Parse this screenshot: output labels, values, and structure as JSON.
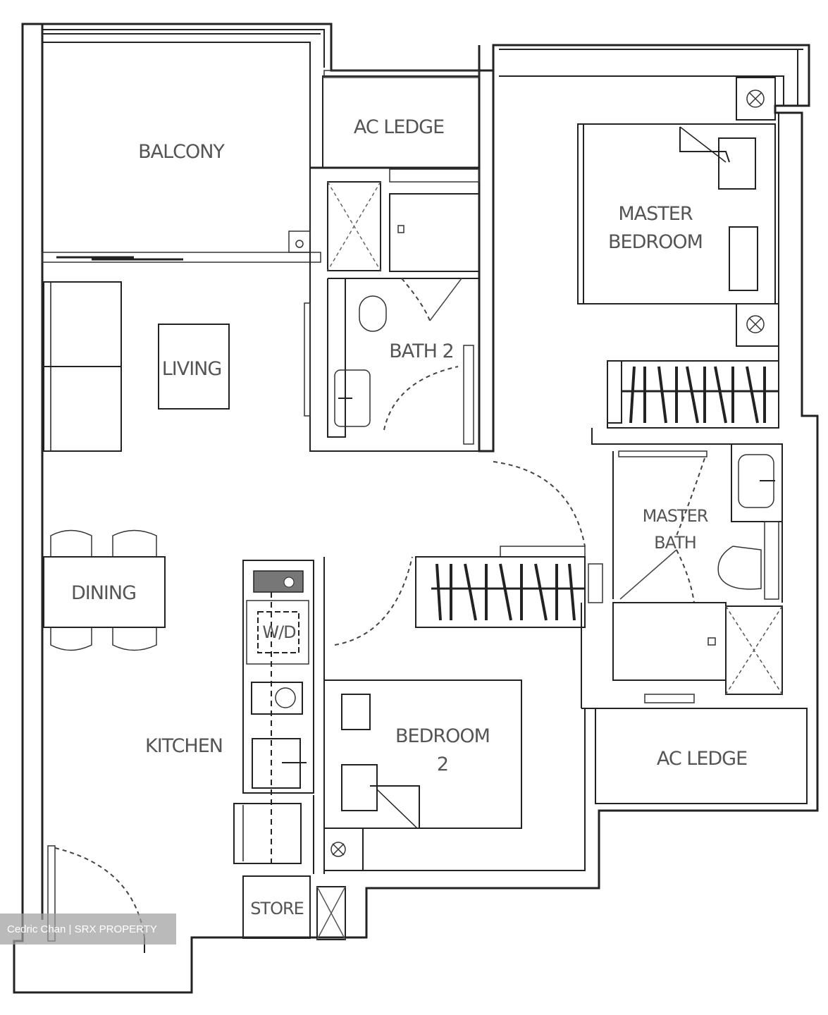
{
  "floorplan": {
    "rooms": {
      "balcony": "BALCONY",
      "ac_ledge_top": "AC LEDGE",
      "master_bedroom_line1": "MASTER",
      "master_bedroom_line2": "BEDROOM",
      "living": "LIVING",
      "bath_2": "BATH 2",
      "master_bath_line1": "MASTER",
      "master_bath_line2": "BATH",
      "dining": "DINING",
      "washer_dryer": "W/D",
      "kitchen": "KITCHEN",
      "bedroom_2_line1": "BEDROOM",
      "bedroom_2_line2": "2",
      "ac_ledge_bottom": "AC LEDGE",
      "store": "STORE"
    },
    "colors": {
      "wall": "#222222",
      "label": "#555555",
      "background": "#ffffff"
    }
  },
  "watermark": {
    "text": "Cedric Chan | SRX PROPERTY"
  }
}
